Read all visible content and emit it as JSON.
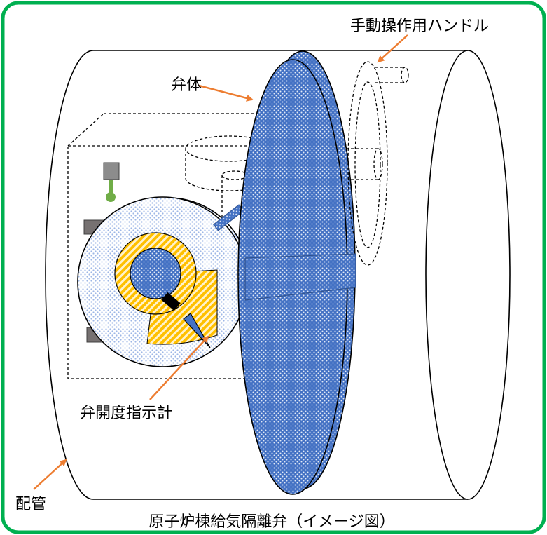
{
  "labels": {
    "handle": "手動操作用ハンドル",
    "valve_body": "弁体",
    "indicator": "弁開度指示計",
    "pipe": "配管"
  },
  "caption": "原子炉棟給気隔離弁（イメージ図）",
  "colors": {
    "border": "#00b050",
    "valve_disc": "#4472c4",
    "arrow": "#ed7d31",
    "indicator_ring": "#ffc000",
    "lever": "#70ad47",
    "indicator_bars": "#767171"
  }
}
